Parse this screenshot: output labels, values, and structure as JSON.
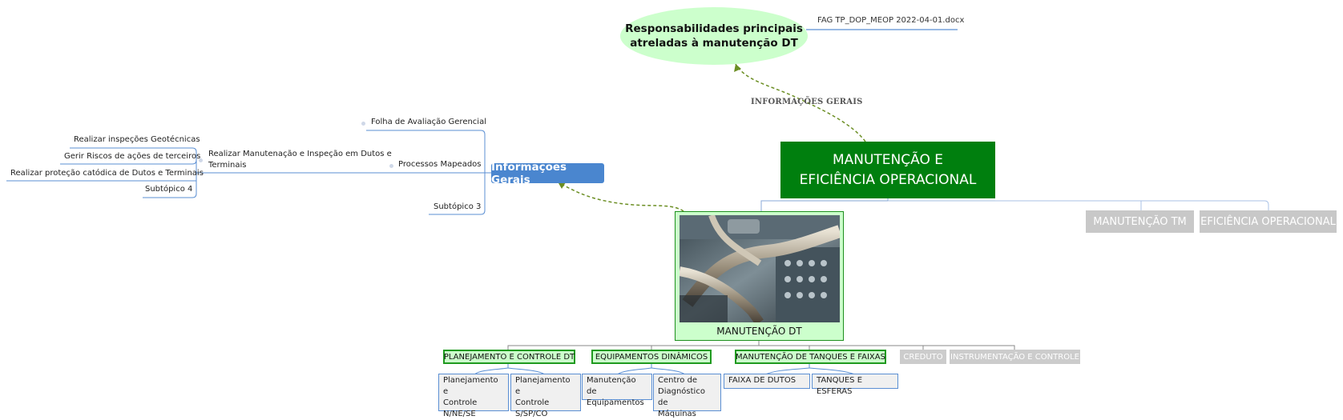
{
  "top_node": {
    "text": "Responsabilidades principais atreladas à manutenção DT",
    "line1": "Responsabilidades principais",
    "line2": "atreladas à manutenção DT"
  },
  "file_reference": "FAG TP_DOP_MEOP 2022-04-01.docx",
  "relation_label": "INFORMAÇÕES GERAIS",
  "central": {
    "line1": "MANUTENÇÃO E",
    "line2": "EFICIÊNCIA OPERACIONAL"
  },
  "right_nodes": [
    "MANUTENÇÃO TM",
    "EFICIÊNCIA OPERACIONAL"
  ],
  "image_node": {
    "caption": "MANUTENÇÃO DT",
    "image": "engine-photo"
  },
  "info_node": {
    "label": "Informações Gerais"
  },
  "info_children": {
    "folha": "Folha de Avaliação Gerencial",
    "processos": "Processos Mapeados",
    "subtopico3": "Subtópico 3"
  },
  "realizar": {
    "line1": "Realizar Manutenação e Inspeção em Dutos e",
    "line2": "Terminais"
  },
  "realizar_children": [
    "Realizar inspeções Geotécnicas",
    "Gerir Riscos de ações de terceiros",
    "Realizar proteção catódica de Dutos e Terminais",
    "Subtópico 4"
  ],
  "categories": {
    "planejamento": "PLANEJAMENTO E CONTROLE DT",
    "equipamentos": "EQUIPAMENTOS DINÂMICOS",
    "tanques": "MANUTENÇÃO DE TANQUES E FAIXAS",
    "creduto": "CREDUTO",
    "instrumentacao": "INSTRUMENTAÇÃO E CONTROLE"
  },
  "subs": {
    "plan_nne": [
      "Planejamento e",
      "Controle",
      "N/NE/SE"
    ],
    "plan_ssp": [
      "Planejamento e",
      "Controle",
      "S/SP/CO"
    ],
    "manut_equip": [
      "Manutenção de",
      "Equipamentos"
    ],
    "centro": [
      "Centro de",
      "Diagnóstico de",
      "Máquinas"
    ],
    "faixa": "FAIXA DE DUTOS",
    "tanques": "TANQUES E ESFERAS"
  },
  "colors": {
    "central_green": "#007f0e",
    "light_green": "#ccffcc",
    "blue": "#4a86cf",
    "line_blue": "#5b8fd3",
    "grey": "#c8c8c8",
    "relation": "#6b8e23"
  }
}
